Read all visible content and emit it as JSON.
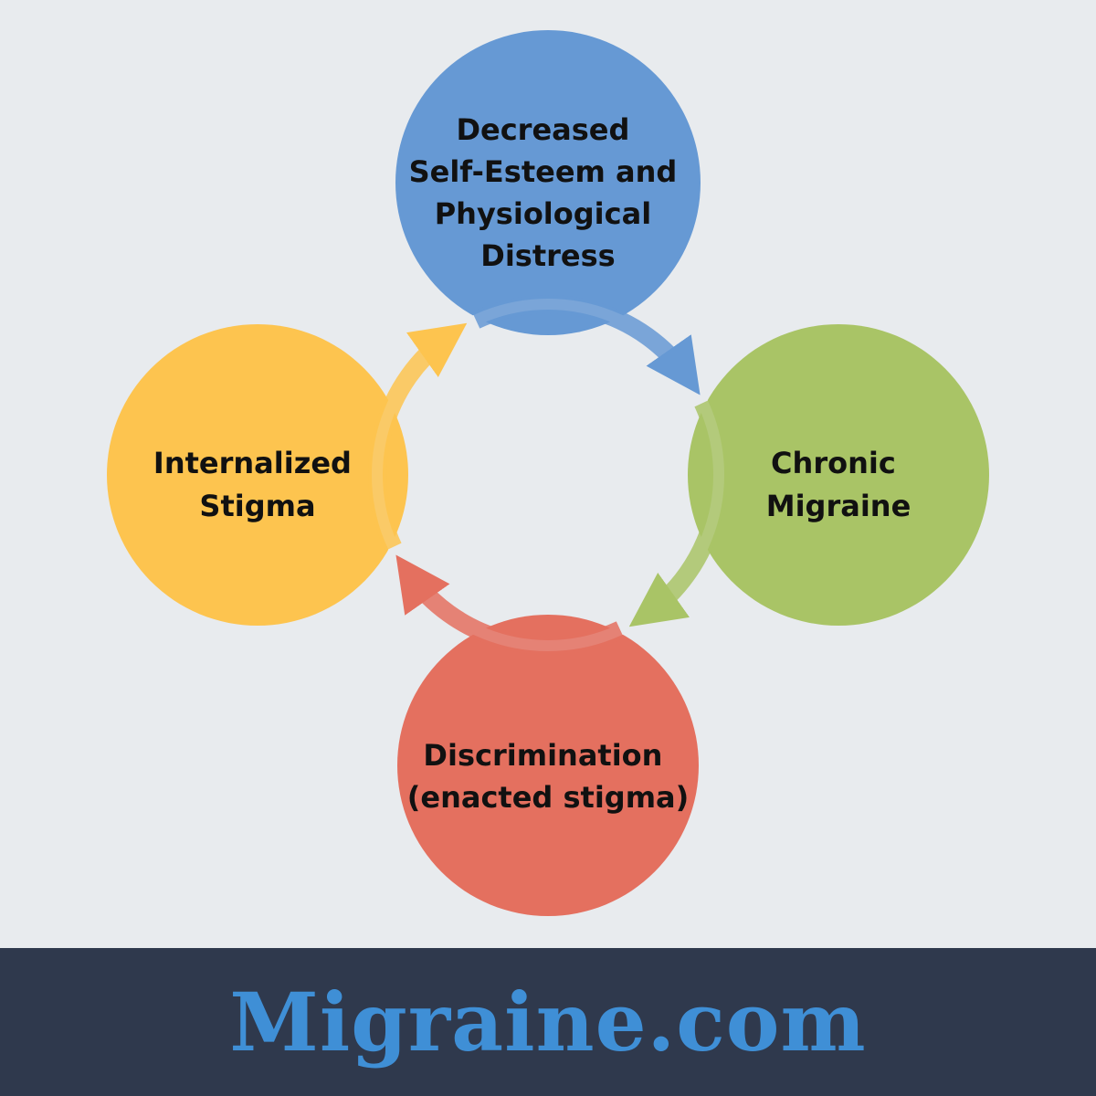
{
  "diagram": {
    "nodes": [
      {
        "id": "top",
        "lines": [
          "Decreased",
          "Self-Esteem and",
          "Physiological",
          "Distress"
        ],
        "color": "#6699d4"
      },
      {
        "id": "right",
        "lines": [
          "Chronic",
          "Migraine"
        ],
        "color": "#a9c466"
      },
      {
        "id": "bottom",
        "lines": [
          "Discrimination",
          "(enacted stigma)"
        ],
        "color": "#e4705f"
      },
      {
        "id": "left",
        "lines": [
          "Internalized",
          "Stigma"
        ],
        "color": "#fdc44f"
      }
    ],
    "arrows": [
      {
        "from": "top",
        "to": "right",
        "color": "#6699d4"
      },
      {
        "from": "right",
        "to": "bottom",
        "color": "#a9c466"
      },
      {
        "from": "bottom",
        "to": "left",
        "color": "#e4705f"
      },
      {
        "from": "left",
        "to": "top",
        "color": "#fdc44f"
      }
    ]
  },
  "footer": {
    "brand": "Migraine.com",
    "brand_color": "#3f8fd6",
    "background": "#2f394d"
  }
}
